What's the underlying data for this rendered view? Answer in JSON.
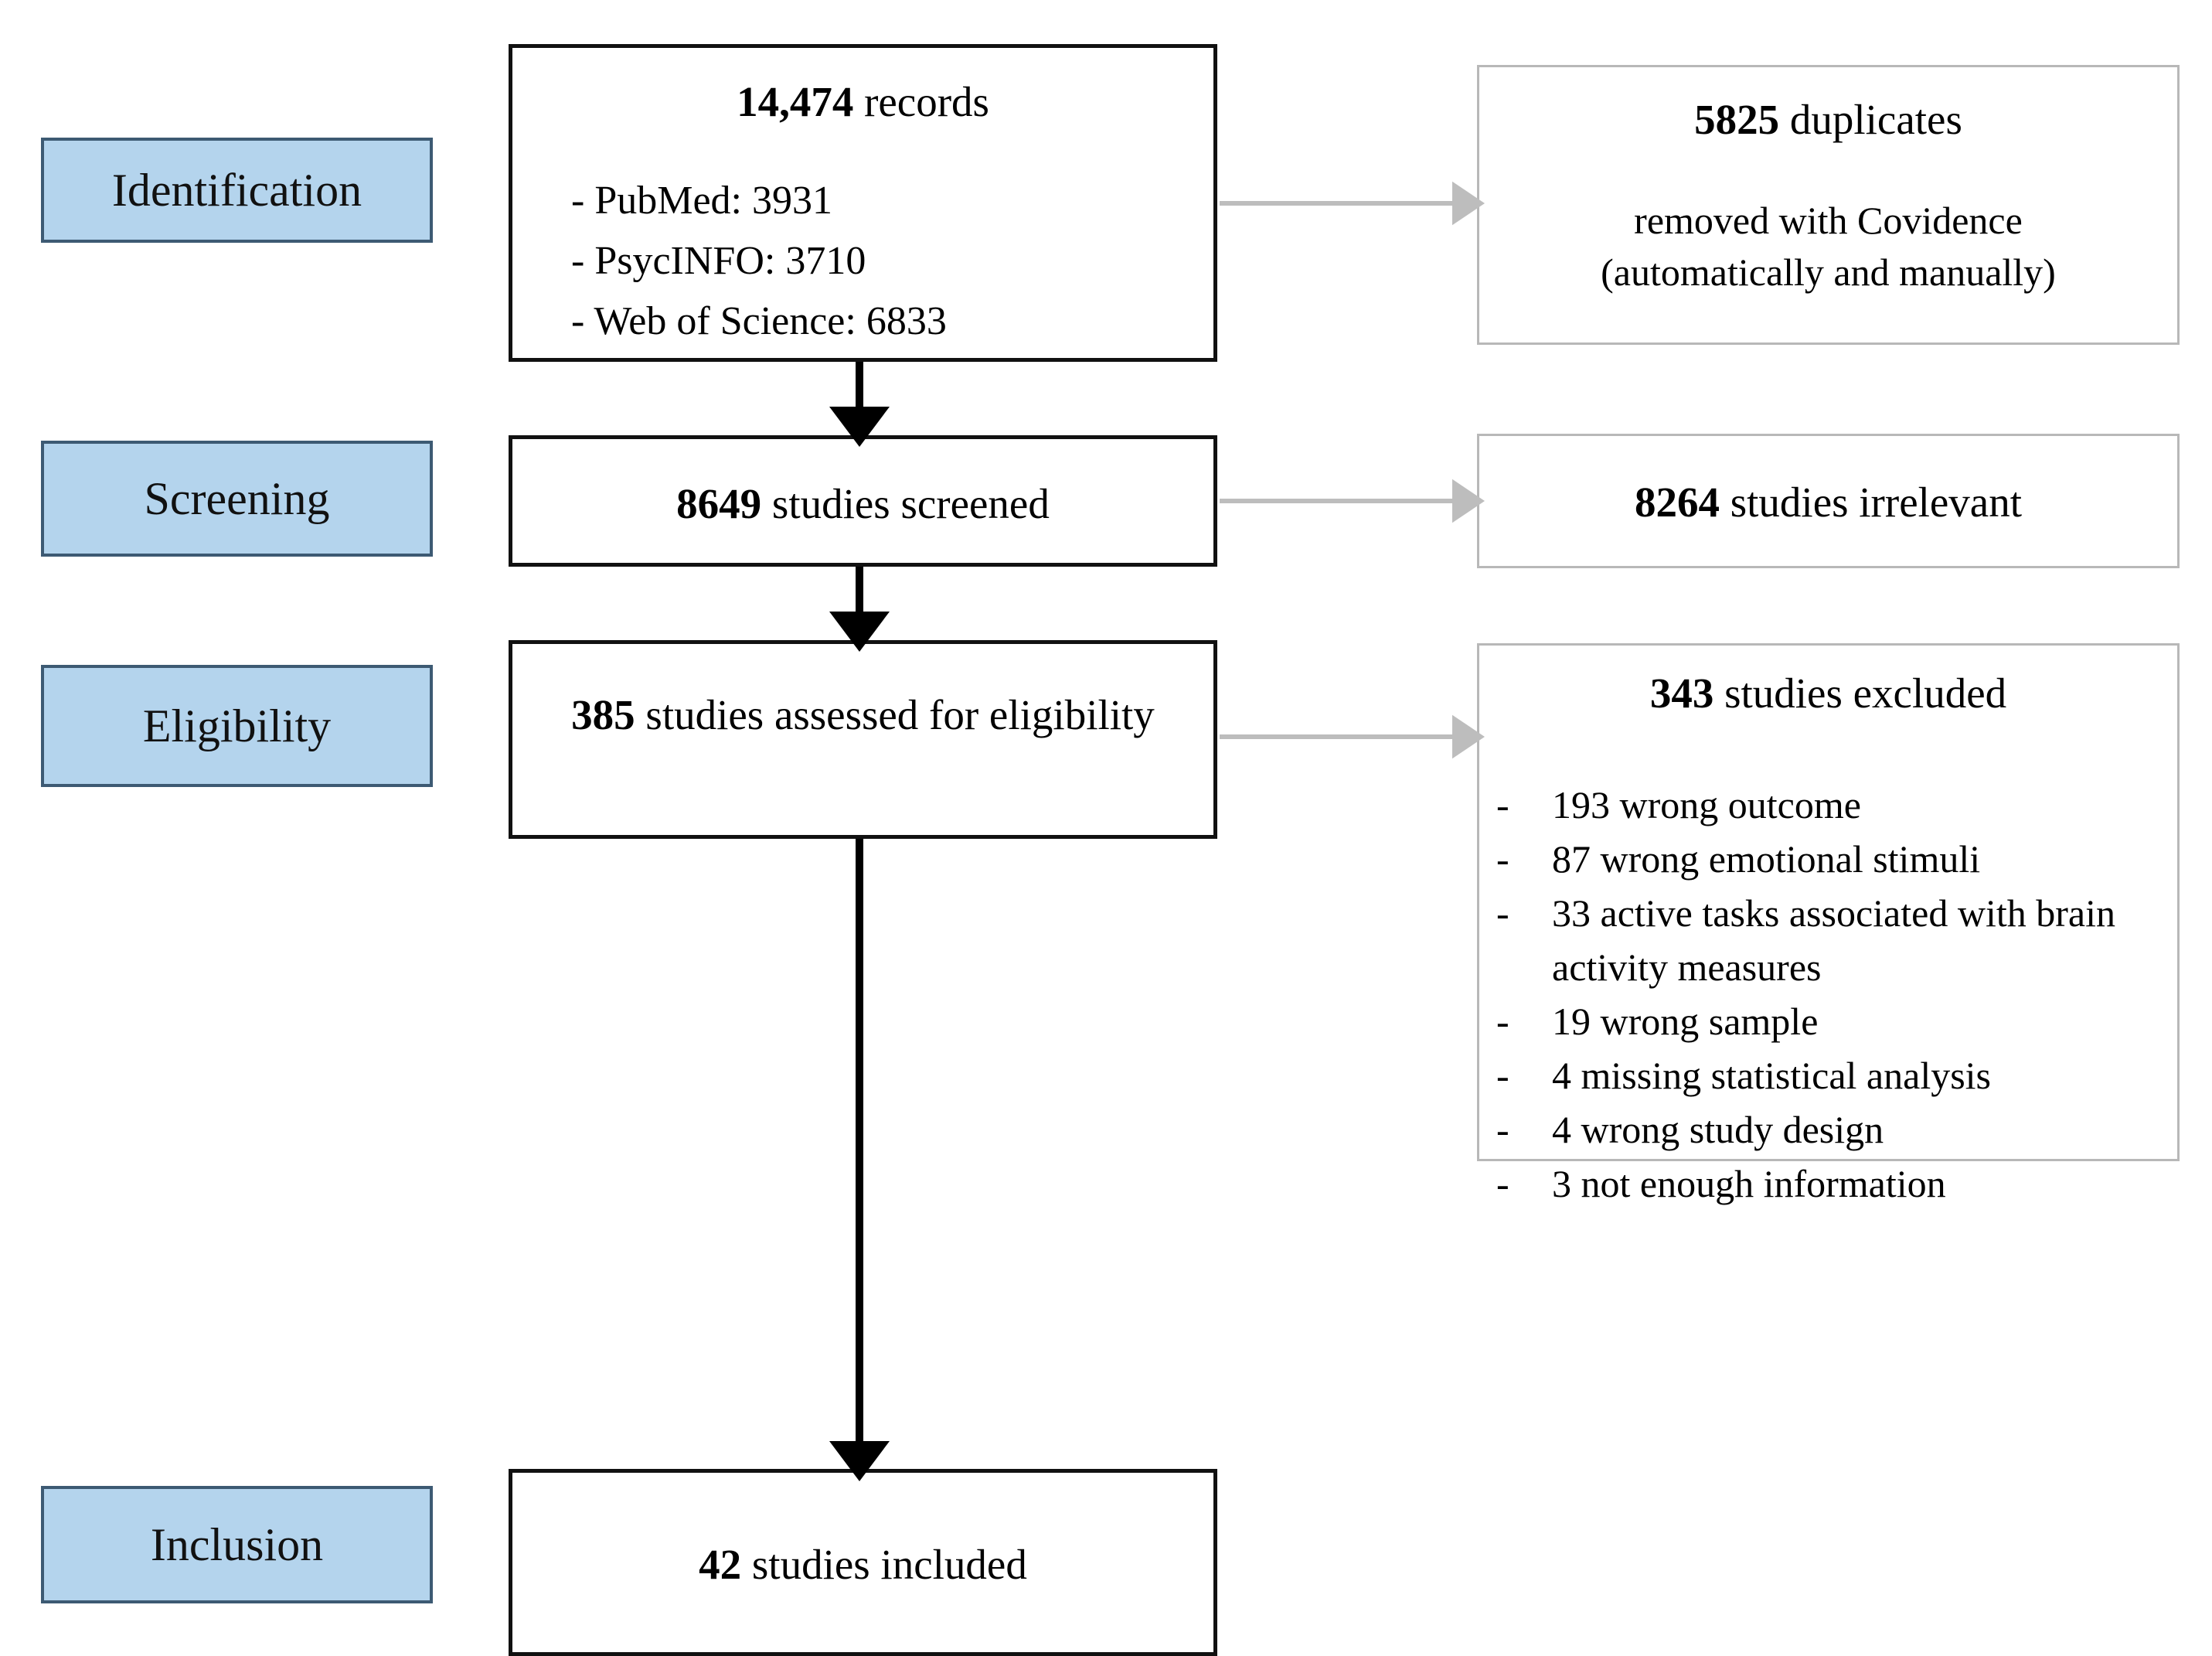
{
  "colors": {
    "stage_fill": "#b4d4ed",
    "stage_border": "#3d5a73",
    "main_border": "#111111",
    "side_border": "#b8b8b8",
    "arrow_main": "#000000",
    "arrow_side": "#bdbdbd"
  },
  "stages": [
    {
      "id": "identification",
      "label": "Identification"
    },
    {
      "id": "screening",
      "label": "Screening"
    },
    {
      "id": "eligibility",
      "label": "Eligibility"
    },
    {
      "id": "inclusion",
      "label": "Inclusion"
    }
  ],
  "main": {
    "records": {
      "count": "14,474",
      "label": "records",
      "sources": [
        "- PubMed: 3931",
        "- PsycINFO: 3710",
        "- Web of Science: 6833"
      ]
    },
    "screened": {
      "count": "8649",
      "label": "studies screened"
    },
    "eligible": {
      "count": "385",
      "label": "studies assessed  for eligibility"
    },
    "included": {
      "count": "42",
      "label": "studies included"
    }
  },
  "side": {
    "duplicates": {
      "count": "5825",
      "label": "duplicates",
      "detail_line1": "removed with Covidence",
      "detail_line2": "(automatically  and manually)"
    },
    "irrelevant": {
      "count": "8264",
      "label": "studies irrelevant"
    },
    "excluded": {
      "count": "343",
      "label": "studies excluded",
      "bullet": "-",
      "reasons": [
        "193 wrong outcome",
        "87 wrong emotional stimuli",
        "33 active tasks associated with brain activity measures",
        "19 wrong sample",
        "4 missing statistical analysis",
        "4 wrong study design",
        "3 not enough information"
      ]
    }
  }
}
